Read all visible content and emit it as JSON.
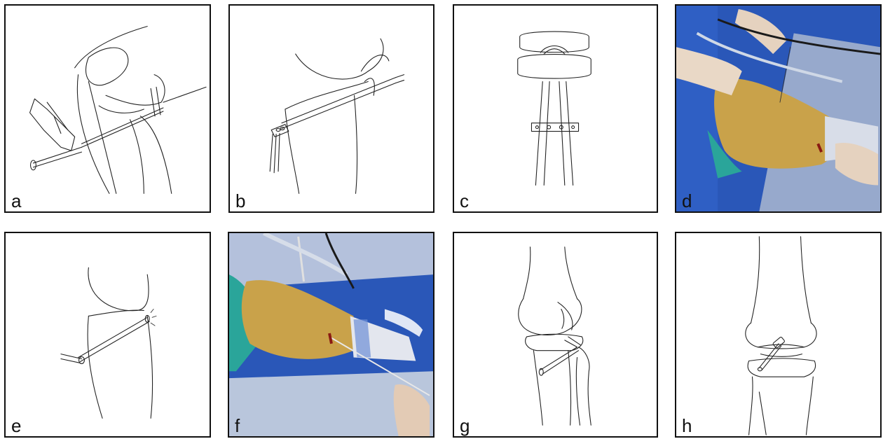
{
  "figure": {
    "panels": [
      {
        "id": "a",
        "label": "a",
        "kind": "drawing"
      },
      {
        "id": "b",
        "label": "b",
        "kind": "drawing"
      },
      {
        "id": "c",
        "label": "c",
        "kind": "drawing"
      },
      {
        "id": "d",
        "label": "d",
        "kind": "photo"
      },
      {
        "id": "e",
        "label": "e",
        "kind": "drawing"
      },
      {
        "id": "f",
        "label": "f",
        "kind": "photo"
      },
      {
        "id": "g",
        "label": "g",
        "kind": "drawing"
      },
      {
        "id": "h",
        "label": "h",
        "kind": "drawing"
      }
    ]
  },
  "colors": {
    "border": "#111111",
    "drape_blue": "#2a57b8",
    "skin_iodine": "#c9a24a",
    "green_drape": "#2aa59a",
    "plastic": "#b9c6dc"
  }
}
